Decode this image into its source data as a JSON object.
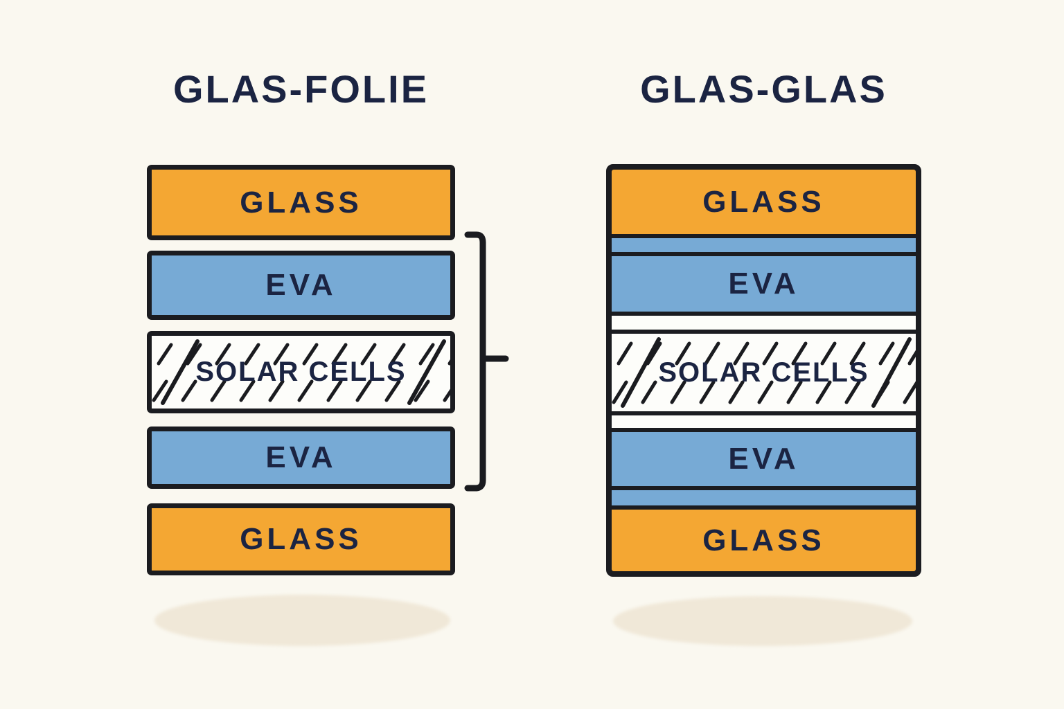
{
  "titles": {
    "left": "GLAS-FOLIE",
    "right": "GLAS-GLAS"
  },
  "left_stack": {
    "name": "GLAS-FOLIE",
    "layers": [
      {
        "label": "GLASS"
      },
      {
        "label": "EVA"
      },
      {
        "label": "SOLAR CELLS"
      },
      {
        "label": "EVA"
      },
      {
        "label": "GLASS"
      }
    ]
  },
  "right_stack": {
    "name": "GLAS-GLAS",
    "layers": [
      {
        "label": "GLASS"
      },
      {
        "label": ""
      },
      {
        "label": "EVA"
      },
      {
        "label": ""
      },
      {
        "label": "SOLAR CELLS"
      },
      {
        "label": ""
      },
      {
        "label": "EVA"
      },
      {
        "label": ""
      },
      {
        "label": "GLASS"
      }
    ]
  },
  "colors": {
    "background": "#FAF8F0",
    "glass": "#F4A733",
    "eva": "#77AAD5",
    "cells_bg": "#FDFDFA",
    "outline": "#1B1C20",
    "text": "#1B2442",
    "shadow": "#F0E8D8"
  }
}
